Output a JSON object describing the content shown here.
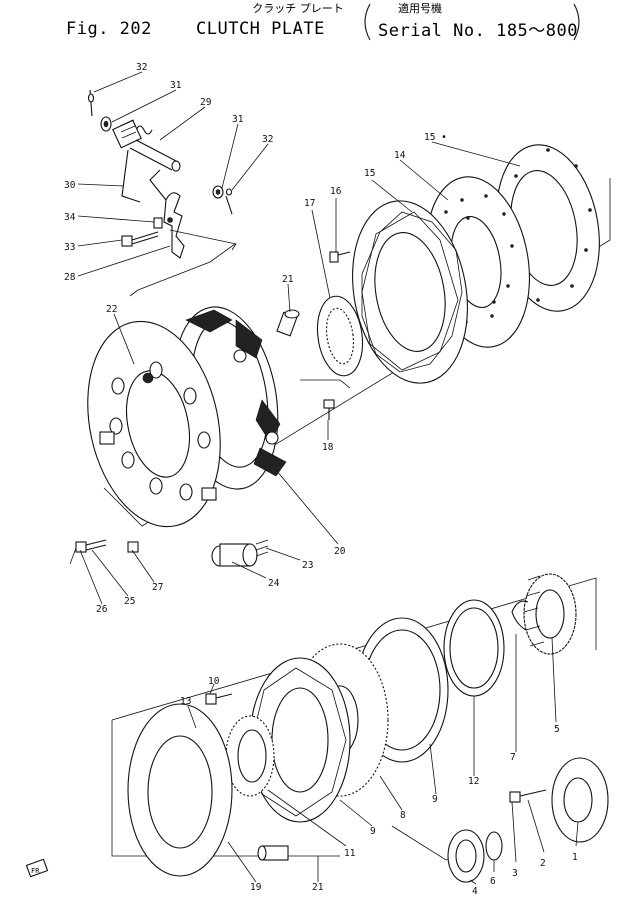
{
  "title": {
    "fig": "Fig. 202",
    "name": "CLUTCH PLATE",
    "jp_name": "クラッチ プレート",
    "jp_serial": "適用号機",
    "serial": "Serial No. 185～800"
  },
  "callouts": {
    "c32a": "32",
    "c31a": "31",
    "c29": "29",
    "c31b": "31",
    "c32b": "32",
    "c30": "30",
    "c34": "34",
    "c33": "33",
    "c28": "28",
    "c16": "16",
    "c15a": "15",
    "c14": "14",
    "c15b": "15 •",
    "c17": "17",
    "c21a": "21",
    "c22": "22",
    "c18": "18",
    "c20": "20",
    "c23": "23",
    "c24": "24",
    "c27": "27",
    "c25": "25",
    "c26": "26",
    "c13": "13",
    "c10": "10",
    "c5": "5",
    "c7": "7",
    "c12": "12",
    "c9a": "9",
    "c8": "8",
    "c9b": "9",
    "c11": "11",
    "c19": "19",
    "c21b": "21",
    "c1": "1",
    "c2": "2",
    "c3": "3",
    "c6": "6",
    "c4": "4"
  },
  "corner_mark": "FR"
}
